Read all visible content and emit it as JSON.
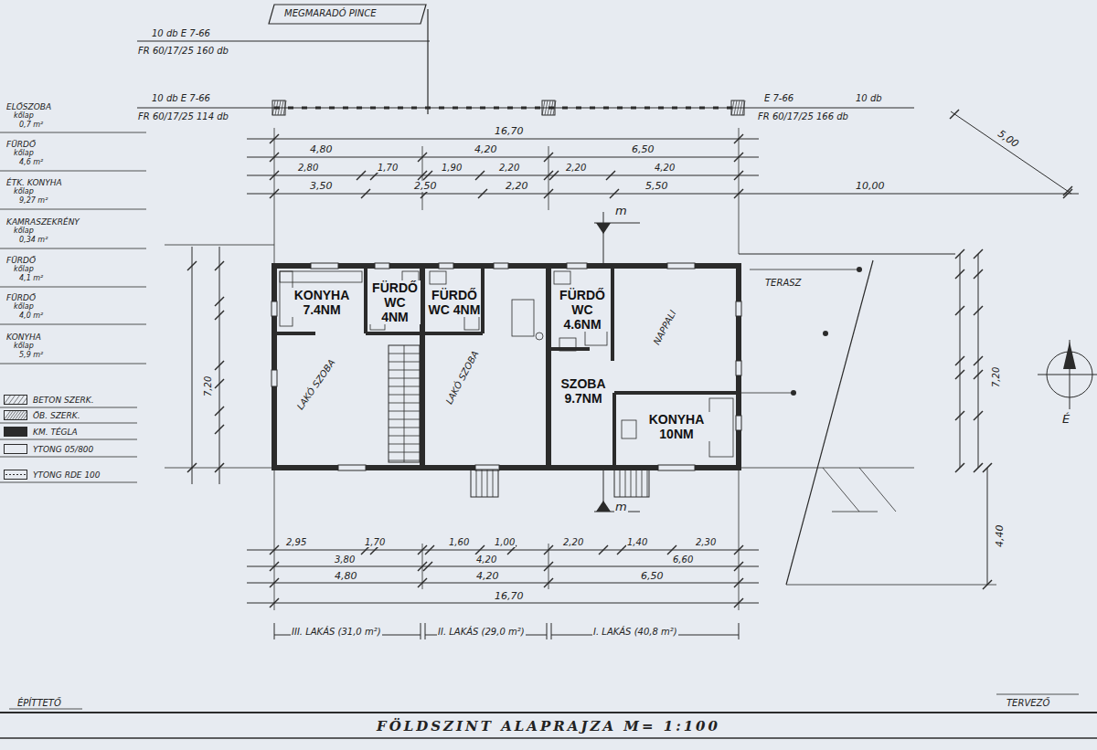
{
  "diagram": {
    "title": "FÖLDSZINT ALAPRAJZA M= 1:100",
    "nodes": [
      {
        "text": [
          "KONYHA 7.4NM"
        ]
      },
      {
        "text": [
          "FÜRDŐ WC 4NM"
        ]
      },
      {
        "text": [
          "FÜRDŐ WC 4NM"
        ]
      },
      {
        "text": [
          "FÜRDŐ WC 4.6NM"
        ]
      },
      {
        "text": [
          "SZOBA 9.7NM"
        ]
      },
      {
        "text": [
          "KONYHA 10NM"
        ]
      }
    ],
    "labels": [
      "MEGMARADÓ PINCE",
      "10 db E 7-66",
      "FR 60/17/25 160 db",
      "10 db E 7-66",
      "FR 60/17/25 114 db",
      "E 7-66",
      "10 db",
      "FR 60/17/25 166 db",
      "16,70",
      "4,80",
      "4,20",
      "6,50",
      "2,80",
      "1,70",
      "1,90",
      "2,20",
      "2,20",
      "4,20",
      "3,50",
      "2,50",
      "2,20",
      "5,50",
      "10,00",
      "5,00",
      "m",
      "m",
      "LAKÓ SZOBA",
      "LAKÓ SZOBA",
      "NAPPALI",
      "TERASZ",
      "É",
      "4,40",
      "2,95",
      "1,70",
      "1,60",
      "1,00",
      "2,20",
      "1,40",
      "2,30",
      "3,80",
      "4,20",
      "6,60",
      "4,80",
      "4,20",
      "6,50",
      "16,70",
      "III. LAKÁS (31,0 m²)",
      "II. LAKÁS (29,0 m²)",
      "I. LAKÁS (40,8 m²)",
      "ÉPÍTTETŐ",
      "TERVEZŐ",
      "ELŐSZOBA",
      "kőlap",
      "0,7 m²",
      "FÜRDŐ",
      "kőlap",
      "4,6 m²",
      "ÉTK. KONYHA",
      "kőlap",
      "9,27 m²",
      "KAMRASZEKRÉNY",
      "kőlap",
      "0,34 m²",
      "FÜRDŐ",
      "kőlap",
      "4,1 m²",
      "FÜRDŐ",
      "kőlap",
      "4,0 m²",
      "KONYHA",
      "kőlap",
      "5,9 m²",
      "7,20",
      "7,20"
    ],
    "legend": [
      {
        "text": "BETON SZERK."
      },
      {
        "text": "ÖB. SZERK."
      },
      {
        "text": "KM. TÉGLA"
      },
      {
        "text": "YTONG 05/800"
      },
      {
        "text": "YTONG RDE 100"
      }
    ]
  }
}
